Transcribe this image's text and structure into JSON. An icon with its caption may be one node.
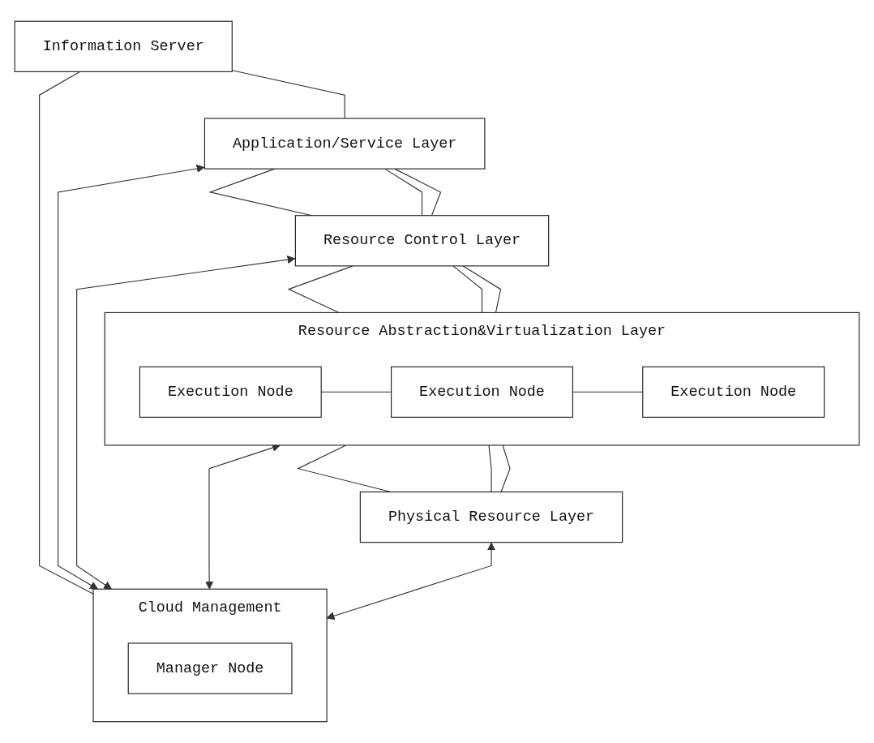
{
  "diagram": {
    "nodes": [
      {
        "text": [
          "Information Server"
        ]
      },
      {
        "text": [
          "Application/Service Layer"
        ]
      },
      {
        "text": [
          "Cloud Management"
        ]
      },
      {
        "text": [
          "Manager Node"
        ],
        "in": 2
      },
      {
        "text": [
          "Resource Control Layer"
        ]
      },
      {
        "text": [
          "Resource Abstraction&Virtualization Layer"
        ]
      },
      {
        "text": [
          "Execution Node"
        ],
        "in": 5
      },
      {
        "text": [
          "Execution Node"
        ],
        "in": 5
      },
      {
        "text": [
          "Execution Node"
        ],
        "in": 5
      },
      {
        "text": [
          "Physical Resource Layer"
        ]
      }
    ],
    "edges": [
      {
        "from": 0,
        "to": 1,
        "arrow": "none"
      },
      {
        "from": 0,
        "to": 2,
        "arrow": "none"
      },
      {
        "from": 1,
        "to": 2,
        "arrow": "both"
      },
      {
        "from": 1,
        "to": 4,
        "arrow": "none"
      },
      {
        "from": 1,
        "to": 4,
        "arrow": "none"
      },
      {
        "from": 1,
        "to": 4,
        "arrow": "none"
      },
      {
        "from": 4,
        "to": 2,
        "arrow": "both"
      },
      {
        "from": 4,
        "to": 5,
        "arrow": "none"
      },
      {
        "from": 4,
        "to": 5,
        "arrow": "none"
      },
      {
        "from": 4,
        "to": 5,
        "arrow": "none"
      },
      {
        "from": 6,
        "to": 7,
        "arrow": "none"
      },
      {
        "from": 7,
        "to": 8,
        "arrow": "none"
      },
      {
        "from": 5,
        "to": 2,
        "arrow": "both"
      },
      {
        "from": 5,
        "to": 9,
        "arrow": "none"
      },
      {
        "from": 5,
        "to": 9,
        "arrow": "none"
      },
      {
        "from": 5,
        "to": 9,
        "arrow": "none"
      },
      {
        "from": 9,
        "to": 2,
        "arrow": "both"
      }
    ]
  }
}
